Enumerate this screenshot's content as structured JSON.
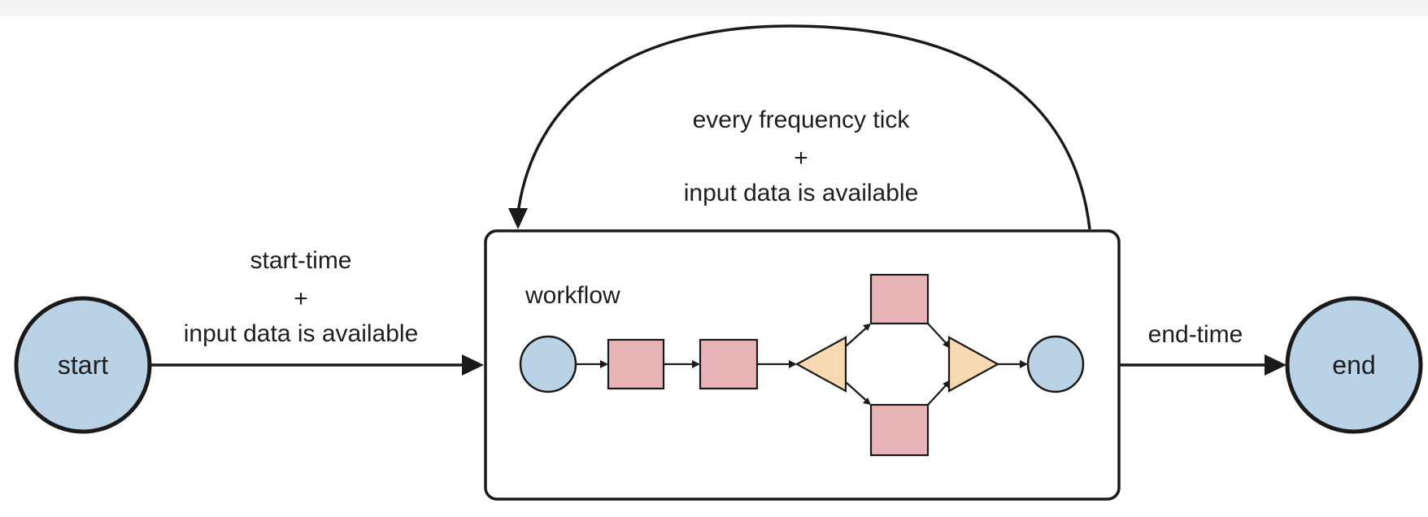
{
  "nodes": {
    "start_label": "start",
    "end_label": "end",
    "workflow_label": "workflow"
  },
  "edges": {
    "start_cond_1": "start-time",
    "start_cond_plus": "+",
    "start_cond_2": "input data is available",
    "loop_cond_1": "every frequency tick",
    "loop_cond_plus": "+",
    "loop_cond_2": "input data is available",
    "end_cond": "end-time"
  },
  "colors": {
    "circle_fill": "#b9d2e6",
    "action_fill": "#e8b4b8",
    "fork_fill": "#f6d9b0",
    "stroke": "#1a1a1a"
  }
}
